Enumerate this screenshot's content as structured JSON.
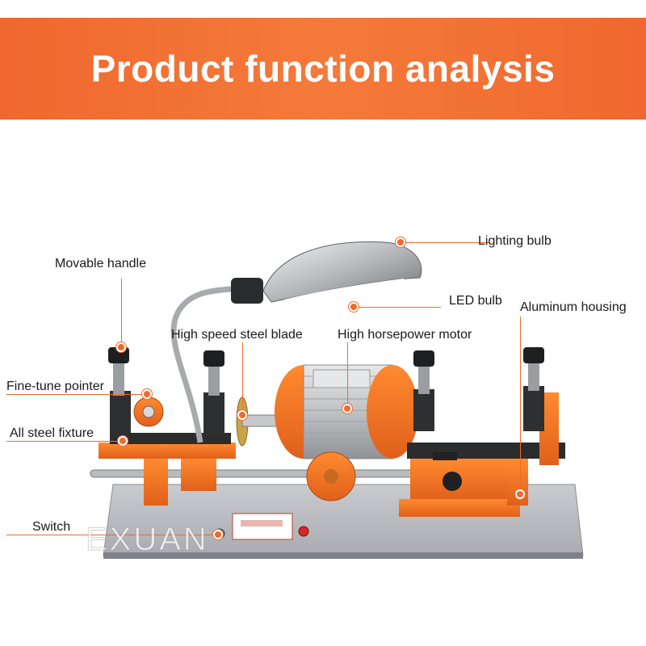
{
  "banner": {
    "title": "Product function analysis"
  },
  "labels": {
    "lighting_bulb": "Lighting bulb",
    "movable_handle": "Movable handle",
    "led_bulb": "LED bulb",
    "aluminum_housing": "Aluminum housing",
    "high_speed_steel_blade": "High speed steel blade",
    "high_horsepower_motor": "High horsepower motor",
    "fine_tune_pointer": "Fine-tune pointer",
    "all_steel_fixture": "All steel fixture",
    "switch": "Switch"
  },
  "watermark": "EXUAN",
  "colors": {
    "accent": "#f06a2c",
    "banner": "#f26f33"
  }
}
